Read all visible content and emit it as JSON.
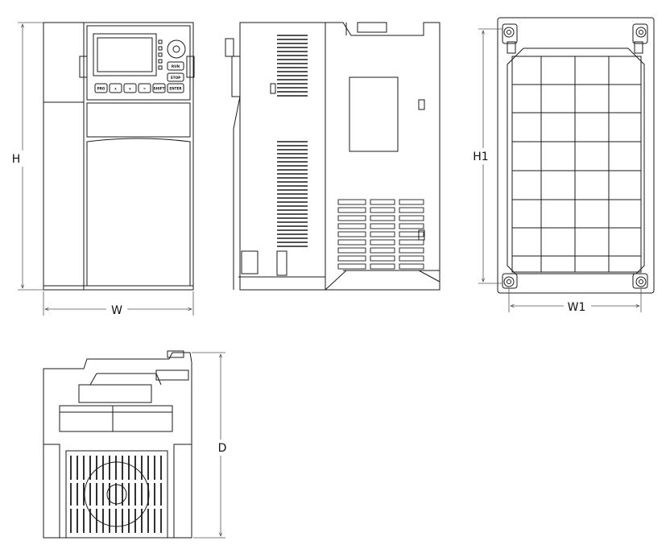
{
  "dimensions": {
    "height_label": "H",
    "width_label": "W",
    "mount_height_label": "H1",
    "mount_width_label": "W1",
    "depth_label": "D"
  },
  "keypad": {
    "keys": [
      "PRG",
      "∧",
      "∨",
      ">",
      "SHIFT",
      "ENTER"
    ],
    "right_keys": [
      "RUN",
      "STOP"
    ]
  },
  "colors": {
    "line": "#1a1a1a",
    "dimension_line": "#555555",
    "background": "#ffffff"
  }
}
